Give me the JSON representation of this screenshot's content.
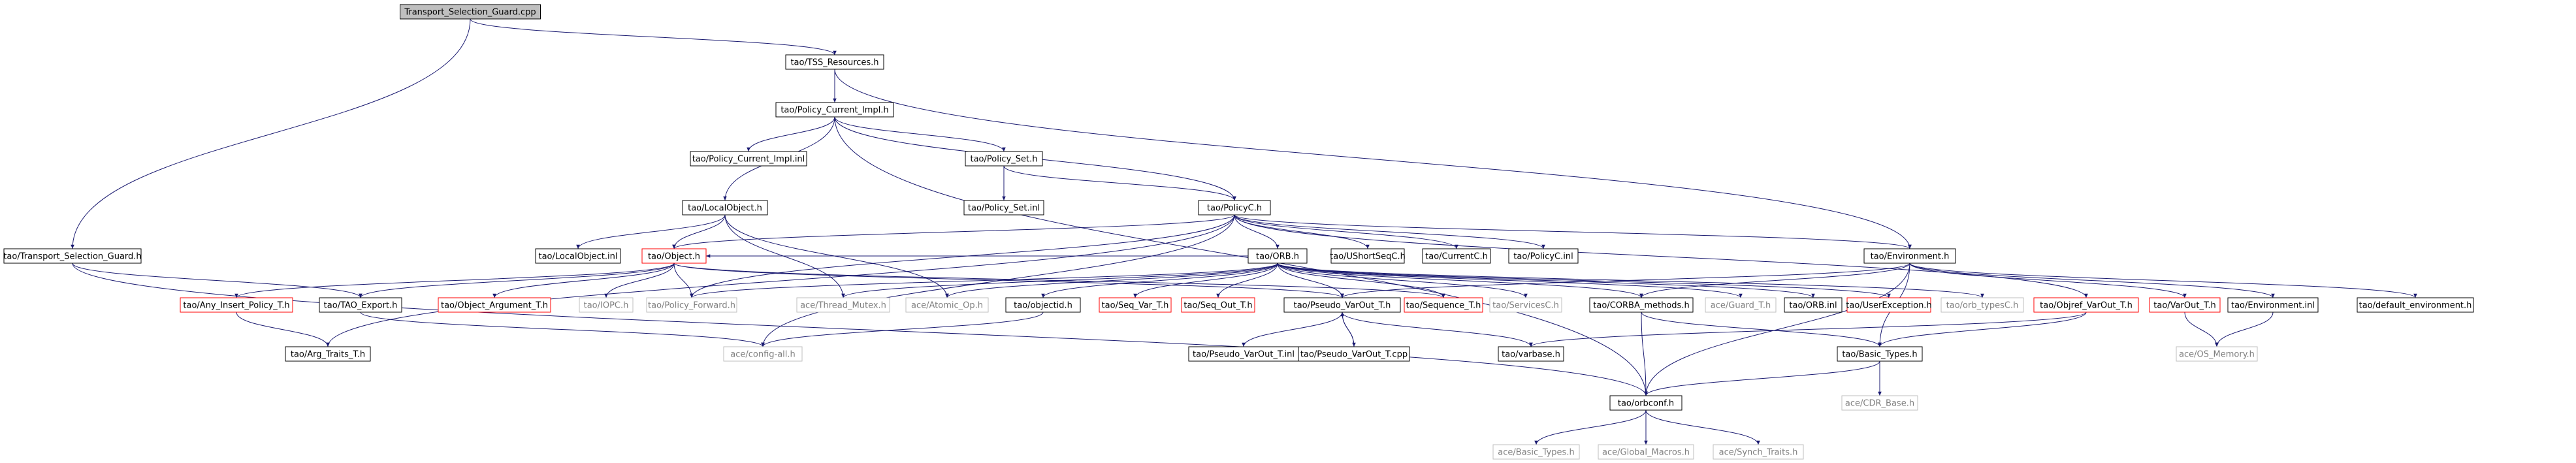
{
  "title": "Transport_Selection_Guard.cpp include dependency graph",
  "colors": {
    "edge": "#191970",
    "border_normal": "#000000",
    "border_external": "#bfbfbf",
    "border_truncated": "#ff0000",
    "fill_root": "#bfbfbf",
    "fill_normal": "#ffffff",
    "text_normal": "#000000",
    "text_external": "#7f7f7f"
  },
  "nodes": [
    {
      "id": "root",
      "label": "Transport_Selection_Guard.cpp",
      "kind": "root"
    },
    {
      "id": "tss",
      "label": "tao/TSS_Resources.h",
      "kind": "normal"
    },
    {
      "id": "pci",
      "label": "tao/Policy_Current_Impl.h",
      "kind": "normal"
    },
    {
      "id": "pciinl",
      "label": "tao/Policy_Current_Impl.inl",
      "kind": "normal"
    },
    {
      "id": "pset",
      "label": "tao/Policy_Set.h",
      "kind": "normal"
    },
    {
      "id": "psetinl",
      "label": "tao/Policy_Set.inl",
      "kind": "normal"
    },
    {
      "id": "lobj",
      "label": "tao/LocalObject.h",
      "kind": "normal"
    },
    {
      "id": "lobjinl",
      "label": "tao/LocalObject.inl",
      "kind": "normal"
    },
    {
      "id": "policyc",
      "label": "tao/PolicyC.h",
      "kind": "normal"
    },
    {
      "id": "tsg",
      "label": "tao/Transport_Selection_Guard.h",
      "kind": "normal"
    },
    {
      "id": "object",
      "label": "tao/Object.h",
      "kind": "truncated"
    },
    {
      "id": "orb",
      "label": "tao/ORB.h",
      "kind": "normal"
    },
    {
      "id": "ushort",
      "label": "tao/UShortSeqC.h",
      "kind": "normal"
    },
    {
      "id": "currentc",
      "label": "tao/CurrentC.h",
      "kind": "normal"
    },
    {
      "id": "policycinl",
      "label": "tao/PolicyC.inl",
      "kind": "normal"
    },
    {
      "id": "env",
      "label": "tao/Environment.h",
      "kind": "normal"
    },
    {
      "id": "anyins",
      "label": "tao/Any_Insert_Policy_T.h",
      "kind": "truncated"
    },
    {
      "id": "taoexp",
      "label": "tao/TAO_Export.h",
      "kind": "normal"
    },
    {
      "id": "objarg",
      "label": "tao/Object_Argument_T.h",
      "kind": "truncated"
    },
    {
      "id": "iopc",
      "label": "tao/IOPC.h",
      "kind": "external"
    },
    {
      "id": "polfwd",
      "label": "tao/Policy_Forward.h",
      "kind": "external"
    },
    {
      "id": "thrmutex",
      "label": "ace/Thread_Mutex.h",
      "kind": "external"
    },
    {
      "id": "atomic",
      "label": "ace/Atomic_Op.h",
      "kind": "external"
    },
    {
      "id": "objectid",
      "label": "tao/objectid.h",
      "kind": "normal"
    },
    {
      "id": "seqvar",
      "label": "tao/Seq_Var_T.h",
      "kind": "truncated"
    },
    {
      "id": "seqout",
      "label": "tao/Seq_Out_T.h",
      "kind": "truncated"
    },
    {
      "id": "pseudo",
      "label": "tao/Pseudo_VarOut_T.h",
      "kind": "normal"
    },
    {
      "id": "seqT",
      "label": "tao/Sequence_T.h",
      "kind": "truncated"
    },
    {
      "id": "servicesc",
      "label": "tao/ServicesC.h",
      "kind": "external"
    },
    {
      "id": "corbam",
      "label": "tao/CORBA_methods.h",
      "kind": "normal"
    },
    {
      "id": "guard",
      "label": "ace/Guard_T.h",
      "kind": "external"
    },
    {
      "id": "orbinl",
      "label": "tao/ORB.inl",
      "kind": "normal"
    },
    {
      "id": "userex",
      "label": "tao/UserException.h",
      "kind": "truncated"
    },
    {
      "id": "orbtypes",
      "label": "tao/orb_typesC.h",
      "kind": "external"
    },
    {
      "id": "objrefvar",
      "label": "tao/Objref_VarOut_T.h",
      "kind": "truncated"
    },
    {
      "id": "varout",
      "label": "tao/VarOut_T.h",
      "kind": "truncated"
    },
    {
      "id": "envinl",
      "label": "tao/Environment.inl",
      "kind": "normal"
    },
    {
      "id": "defenv",
      "label": "tao/default_environment.h",
      "kind": "normal"
    },
    {
      "id": "argtraits",
      "label": "tao/Arg_Traits_T.h",
      "kind": "normal"
    },
    {
      "id": "configall",
      "label": "ace/config-all.h",
      "kind": "external"
    },
    {
      "id": "pseudoinl",
      "label": "tao/Pseudo_VarOut_T.inl",
      "kind": "normal"
    },
    {
      "id": "pseudocpp",
      "label": "tao/Pseudo_VarOut_T.cpp",
      "kind": "normal"
    },
    {
      "id": "varbase",
      "label": "tao/varbase.h",
      "kind": "normal"
    },
    {
      "id": "basictypes",
      "label": "tao/Basic_Types.h",
      "kind": "normal"
    },
    {
      "id": "osmem",
      "label": "ace/OS_Memory.h",
      "kind": "external"
    },
    {
      "id": "orbconf",
      "label": "tao/orbconf.h",
      "kind": "normal"
    },
    {
      "id": "cdrbase",
      "label": "ace/CDR_Base.h",
      "kind": "external"
    },
    {
      "id": "acebasic",
      "label": "ace/Basic_Types.h",
      "kind": "external"
    },
    {
      "id": "globmac",
      "label": "ace/Global_Macros.h",
      "kind": "external"
    },
    {
      "id": "synch",
      "label": "ace/Synch_Traits.h",
      "kind": "external"
    }
  ],
  "edges": [
    [
      "root",
      "tss"
    ],
    [
      "root",
      "tsg"
    ],
    [
      "tss",
      "pci"
    ],
    [
      "tss",
      "env"
    ],
    [
      "pci",
      "pciinl"
    ],
    [
      "pci",
      "pset"
    ],
    [
      "pci",
      "lobj"
    ],
    [
      "pci",
      "policyc"
    ],
    [
      "pci",
      "orbconf"
    ],
    [
      "pset",
      "psetinl"
    ],
    [
      "pset",
      "policyc"
    ],
    [
      "lobj",
      "lobjinl"
    ],
    [
      "lobj",
      "object"
    ],
    [
      "lobj",
      "thrmutex"
    ],
    [
      "lobj",
      "atomic"
    ],
    [
      "policyc",
      "object"
    ],
    [
      "policyc",
      "orb"
    ],
    [
      "policyc",
      "ushort"
    ],
    [
      "policyc",
      "currentc"
    ],
    [
      "policyc",
      "policycinl"
    ],
    [
      "policyc",
      "polfwd"
    ],
    [
      "policyc",
      "configall"
    ],
    [
      "policyc",
      "objrefvar"
    ],
    [
      "policyc",
      "env"
    ],
    [
      "policyc",
      "argtraits"
    ],
    [
      "tsg",
      "taoexp"
    ],
    [
      "tsg",
      "orbconf"
    ],
    [
      "object",
      "anyins"
    ],
    [
      "object",
      "taoexp"
    ],
    [
      "object",
      "objarg"
    ],
    [
      "object",
      "iopc"
    ],
    [
      "object",
      "polfwd"
    ],
    [
      "object",
      "pseudo"
    ],
    [
      "object",
      "seqT"
    ],
    [
      "orb",
      "object"
    ],
    [
      "orb",
      "objectid"
    ],
    [
      "orb",
      "seqvar"
    ],
    [
      "orb",
      "seqout"
    ],
    [
      "orb",
      "pseudo"
    ],
    [
      "orb",
      "seqT"
    ],
    [
      "orb",
      "servicesc"
    ],
    [
      "orb",
      "corbam"
    ],
    [
      "orb",
      "guard"
    ],
    [
      "orb",
      "orbinl"
    ],
    [
      "orb",
      "userex"
    ],
    [
      "orb",
      "orbtypes"
    ],
    [
      "orb",
      "thrmutex"
    ],
    [
      "orb",
      "atomic"
    ],
    [
      "orb",
      "polfwd"
    ],
    [
      "env",
      "corbam"
    ],
    [
      "env",
      "envinl"
    ],
    [
      "env",
      "defenv"
    ],
    [
      "env",
      "varout"
    ],
    [
      "env",
      "basictypes"
    ],
    [
      "env",
      "orbconf"
    ],
    [
      "env",
      "pseudo"
    ],
    [
      "anyins",
      "argtraits"
    ],
    [
      "taoexp",
      "configall"
    ],
    [
      "objectid",
      "configall"
    ],
    [
      "pseudo",
      "pseudoinl"
    ],
    [
      "pseudo",
      "pseudocpp"
    ],
    [
      "pseudo",
      "varbase"
    ],
    [
      "pseudocpp",
      "pseudo"
    ],
    [
      "corbam",
      "basictypes"
    ],
    [
      "corbam",
      "orbconf"
    ],
    [
      "objrefvar",
      "basictypes"
    ],
    [
      "objrefvar",
      "varbase"
    ],
    [
      "varout",
      "osmem"
    ],
    [
      "envinl",
      "osmem"
    ],
    [
      "basictypes",
      "cdrbase"
    ],
    [
      "basictypes",
      "orbconf"
    ],
    [
      "orbconf",
      "acebasic"
    ],
    [
      "orbconf",
      "globmac"
    ],
    [
      "orbconf",
      "synch"
    ]
  ]
}
